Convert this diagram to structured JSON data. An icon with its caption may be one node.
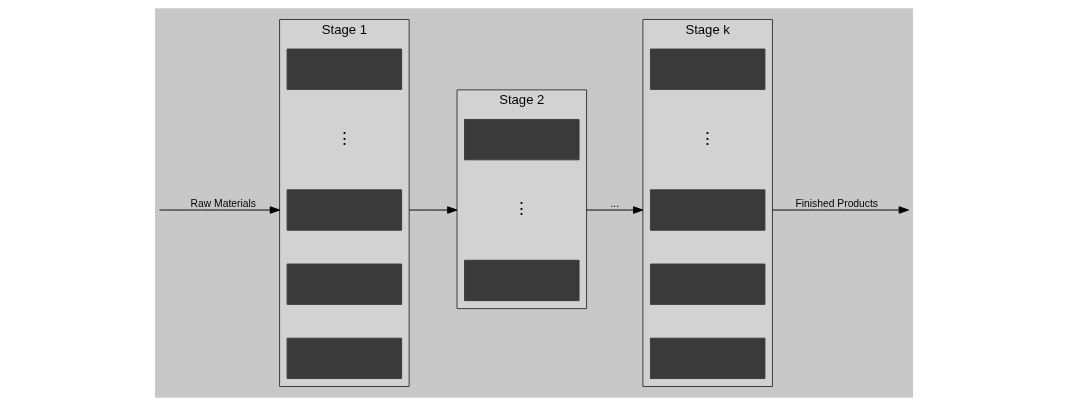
{
  "diagram": {
    "nodes": [
      {
        "text": [
          "Stage 1"
        ]
      },
      {
        "text": [],
        "shape": "bar",
        "in": 0
      },
      {
        "text": [],
        "shape": "bar",
        "in": 0
      },
      {
        "text": [],
        "shape": "bar",
        "in": 0
      },
      {
        "text": [
          "⋮"
        ],
        "in": 0
      },
      {
        "text": [],
        "shape": "bar",
        "in": 0
      },
      {
        "text": [
          "Stage 2"
        ]
      },
      {
        "text": [],
        "shape": "bar",
        "in": 6
      },
      {
        "text": [
          "⋮"
        ],
        "in": 6
      },
      {
        "text": [],
        "shape": "bar",
        "in": 6
      },
      {
        "text": [
          "Stage k"
        ]
      },
      {
        "text": [],
        "shape": "bar",
        "in": 10
      },
      {
        "text": [],
        "shape": "bar",
        "in": 10
      },
      {
        "text": [],
        "shape": "bar",
        "in": 10
      },
      {
        "text": [
          "⋮"
        ],
        "in": 10
      },
      {
        "text": [],
        "shape": "bar",
        "in": 10
      }
    ],
    "edges": [
      {
        "from": null,
        "to": 0,
        "arrow": "to",
        "label": "Raw Materials"
      },
      {
        "from": 0,
        "to": 6,
        "arrow": "to"
      },
      {
        "from": 6,
        "to": 10,
        "arrow": "to",
        "label": "..."
      },
      {
        "from": 10,
        "to": null,
        "arrow": "to",
        "label": "Finished Products"
      }
    ]
  }
}
